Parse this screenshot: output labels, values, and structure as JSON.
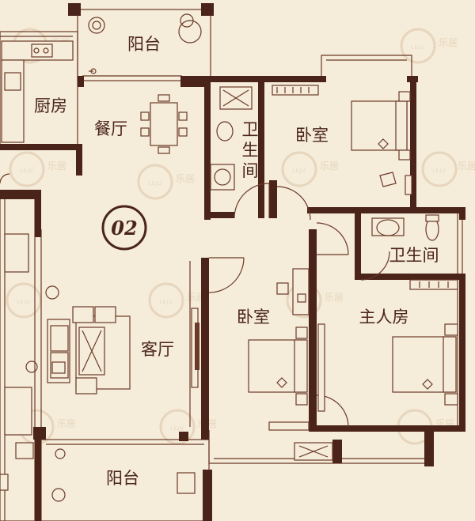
{
  "unit_number": "02",
  "rooms": {
    "balcony_top": "阳台",
    "kitchen": "厨房",
    "dining": "餐厅",
    "bath1": "卫\n生\n间",
    "bedroom_top": "卧室",
    "bath2": "卫生间",
    "bedroom_mid": "卧室",
    "master": "主人房",
    "living": "客厅",
    "balcony_bottom": "阳台"
  },
  "watermark": {
    "cn": "乐居",
    "en": "LEJU.COM",
    "logo": "LEJU"
  },
  "colors": {
    "background": "#f5ecd9",
    "wall": "#4a2418",
    "line": "#6b3a28",
    "watermark": "#e7d6bd"
  }
}
